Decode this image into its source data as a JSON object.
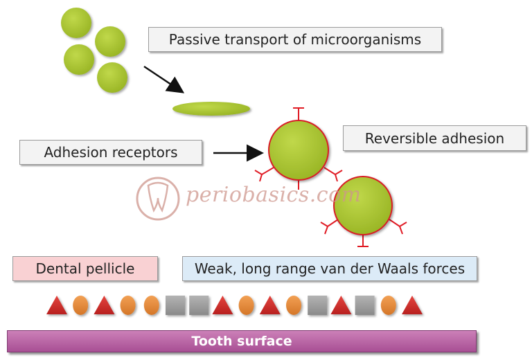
{
  "labels": {
    "passive_transport": "Passive transport of microorganisms",
    "adhesion_receptors": "Adhesion receptors",
    "reversible_adhesion": "Reversible adhesion",
    "dental_pellicle": "Dental pellicle",
    "van_der_waals": "Weak, long range van der Waals forces",
    "tooth_surface": "Tooth surface"
  },
  "watermark": "periobasics.com",
  "pellicle_sequence": [
    "triangle",
    "oval",
    "triangle",
    "oval",
    "oval",
    "square",
    "square",
    "triangle",
    "oval",
    "triangle",
    "oval",
    "square",
    "triangle",
    "square",
    "oval",
    "triangle"
  ],
  "colors": {
    "bacteria": "#a8c32e",
    "receptor": "#e01b24",
    "triangle": "#d2322f",
    "oval": "#e68a3a",
    "square": "#9d9d9d",
    "tooth": "#b85aa3",
    "pellicle_box": "#f9d1d3",
    "forces_box": "#dcebf7",
    "label_box": "#f3f3f3"
  }
}
